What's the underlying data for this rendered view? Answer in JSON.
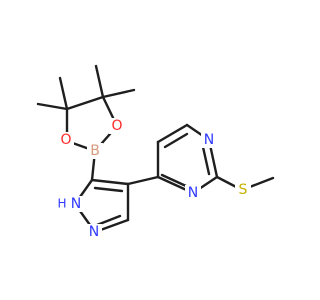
{
  "atoms": {
    "boron": {
      "label": "B",
      "color": "#d99a7c"
    },
    "oxygen_left": {
      "label": "O",
      "color": "#ff2a2a"
    },
    "oxygen_right": {
      "label": "O",
      "color": "#ff2a2a"
    },
    "pyrazole_nh": {
      "label": "H",
      "color": "#2f39ff"
    },
    "pyrazole_n1": {
      "label": "N",
      "color": "#2f39ff"
    },
    "pyrazole_n2": {
      "label": "N",
      "color": "#2f39ff"
    },
    "pyrimidine_n_top": {
      "label": "N",
      "color": "#2f39ff"
    },
    "pyrimidine_n_bottom": {
      "label": "N",
      "color": "#2f39ff"
    },
    "sulfur": {
      "label": "S",
      "color": "#c7b200"
    }
  }
}
